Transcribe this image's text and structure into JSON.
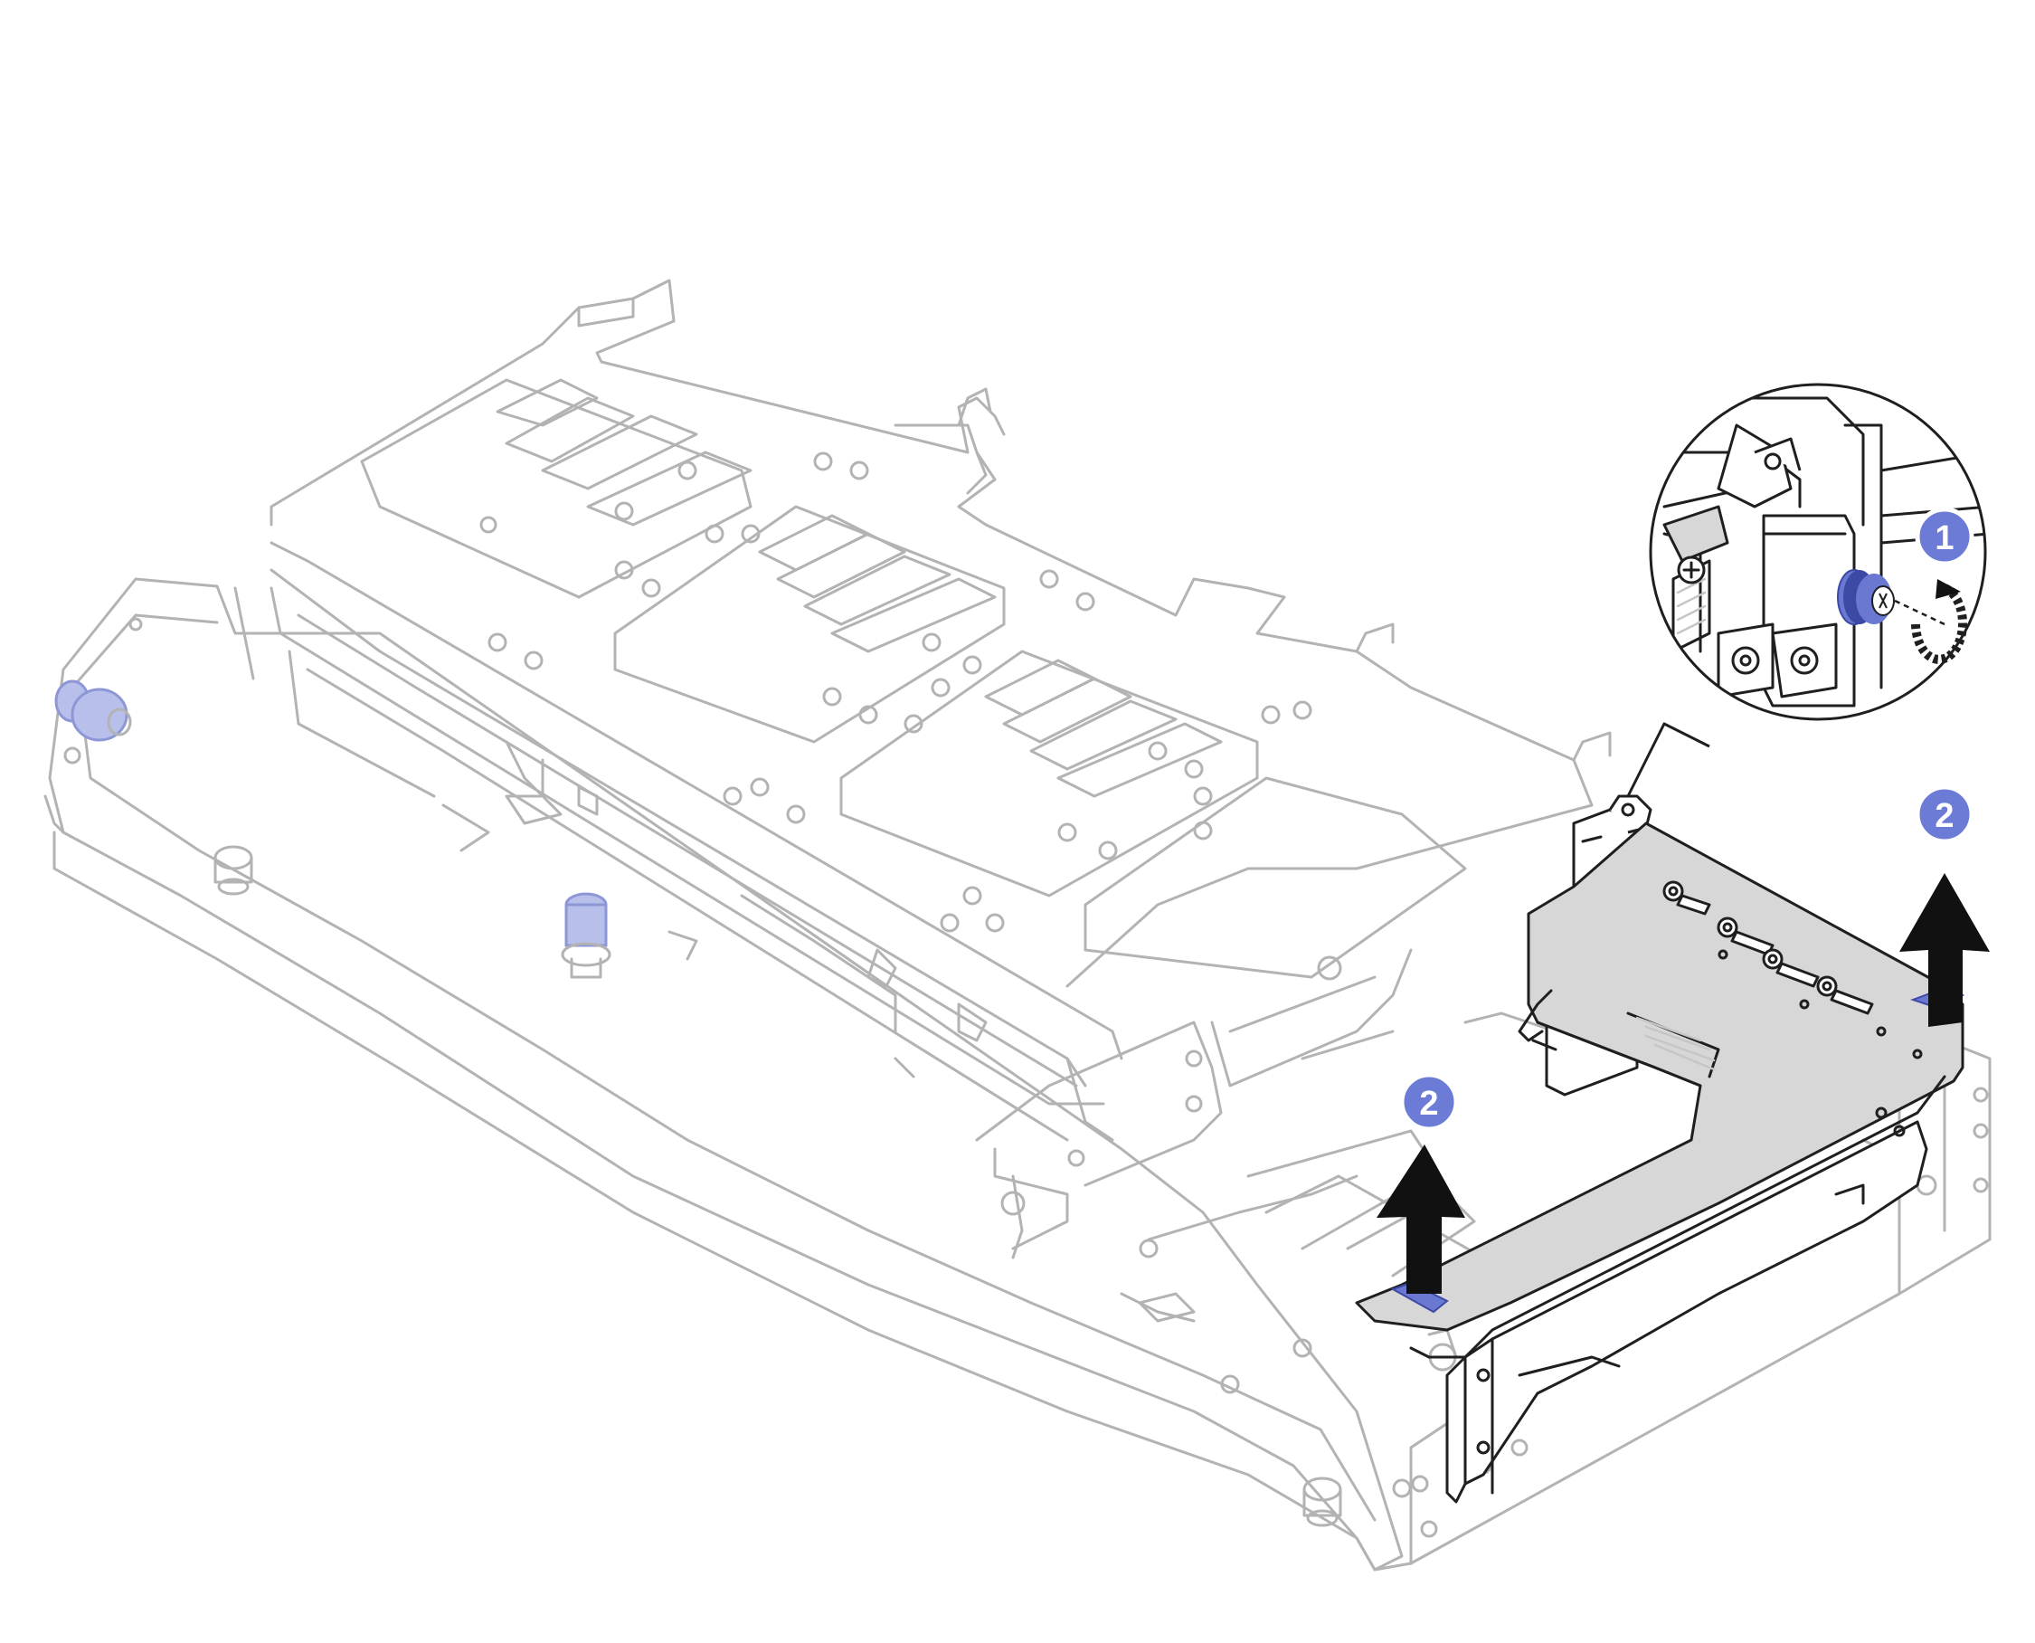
{
  "callouts": [
    {
      "id": "step-1",
      "label": "1",
      "color": "#6b7bd6"
    },
    {
      "id": "step-2-top",
      "label": "2",
      "color": "#6b7bd6"
    },
    {
      "id": "step-2-bottom",
      "label": "2",
      "color": "#6b7bd6"
    }
  ],
  "colors": {
    "chassis_line": "#b3b3b3",
    "bracket_line": "#1f1f1f",
    "bracket_fill": "#d7d7d7",
    "accent_blue": "#6b7bd6",
    "arrow": "#111111"
  },
  "icons": [
    "thumbscrew-icon",
    "rotate-arrow-icon",
    "lift-arrow-icon",
    "callout-magnifier-icon"
  ]
}
